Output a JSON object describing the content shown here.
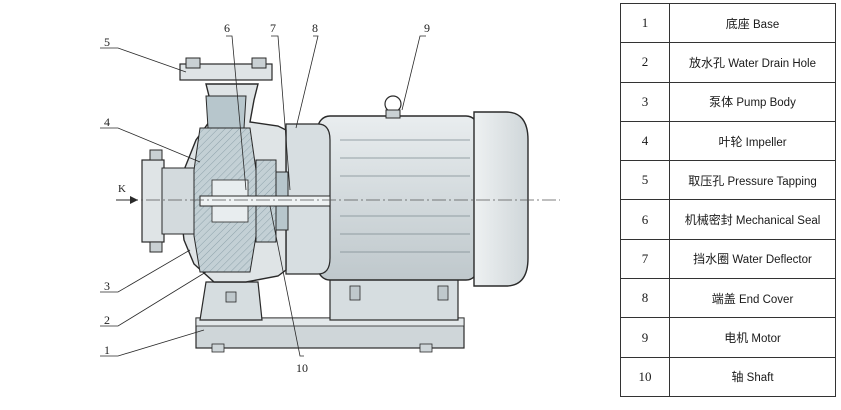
{
  "diagram": {
    "flow_label": "K",
    "callouts": [
      "1",
      "2",
      "3",
      "4",
      "5",
      "6",
      "7",
      "8",
      "9",
      "10"
    ]
  },
  "legend": {
    "rows": [
      {
        "no": "1",
        "zh": "底座",
        "en": "Base"
      },
      {
        "no": "2",
        "zh": "放水孔",
        "en": "Water Drain Hole"
      },
      {
        "no": "3",
        "zh": "泵体",
        "en": "Pump Body"
      },
      {
        "no": "4",
        "zh": "叶轮",
        "en": "Impeller"
      },
      {
        "no": "5",
        "zh": "取压孔",
        "en": "Pressure Tapping"
      },
      {
        "no": "6",
        "zh": "机械密封",
        "en": "Mechanical Seal"
      },
      {
        "no": "7",
        "zh": "挡水圈",
        "en": "Water Deflector"
      },
      {
        "no": "8",
        "zh": "端盖",
        "en": "End Cover"
      },
      {
        "no": "9",
        "zh": "电机",
        "en": "Motor"
      },
      {
        "no": "10",
        "zh": "轴",
        "en": "Shaft"
      }
    ]
  },
  "colors": {
    "body": "#dfe4e6",
    "body_dark": "#c9d0d3",
    "section": "#b7c6cc",
    "hatch": "#9fb3bb",
    "line": "#2a2a2a"
  }
}
